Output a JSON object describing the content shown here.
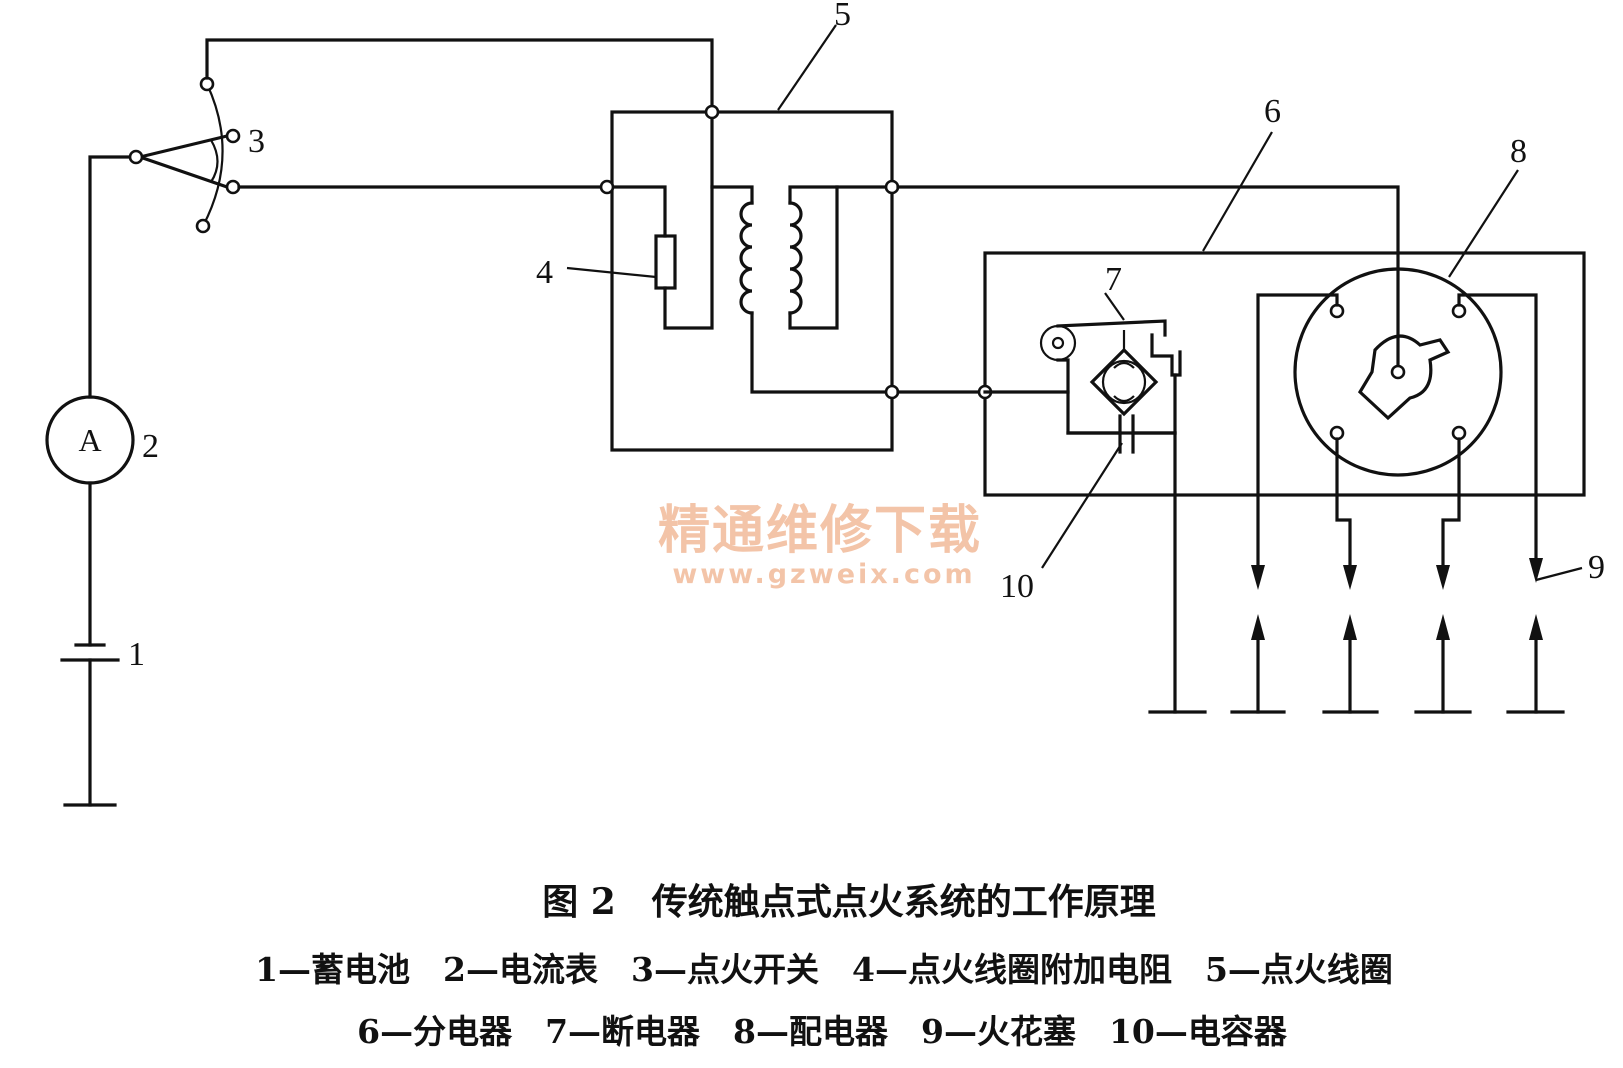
{
  "diagram": {
    "labels": {
      "battery": "1",
      "ammeter": "2",
      "ignition_switch": "3",
      "resistor": "4",
      "ignition_coil": "5",
      "distributor": "6",
      "breaker": "7",
      "rotor": "8",
      "spark_plug": "9",
      "capacitor": "10"
    },
    "ammeter_symbol": "A"
  },
  "watermark": {
    "name": "精通维修下载",
    "url": "www.gzweix.com"
  },
  "caption": {
    "title": "图 2　传统触点式点火系统的工作原理",
    "legend_line1": "1—蓄电池　2—电流表　3—点火开关　4—点火线圈附加电阻　5—点火线圈",
    "legend_line2": "6—分电器　7—断电器　8—配电器　9—火花塞　10—电容器"
  }
}
